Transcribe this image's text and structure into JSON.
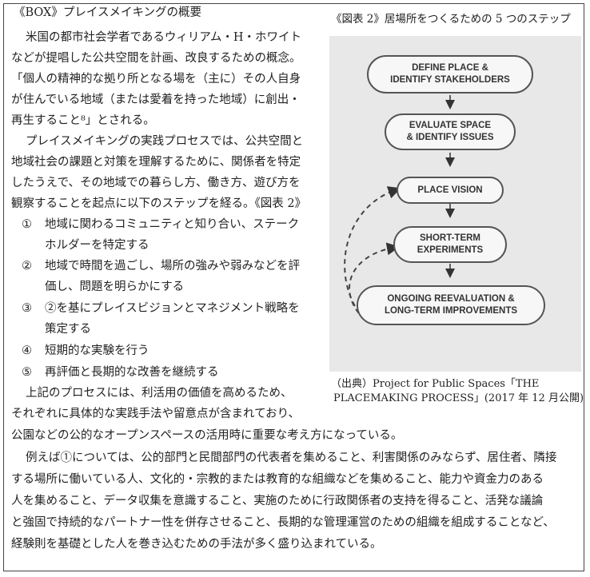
{
  "box_title": "《BOX》プレイスメイキングの概要",
  "intro_lines": [
    "米国の都市社会学者であるウィリアム・H・ホワイト",
    "などが提唱した公共空間を計画、改良するための概念。",
    "「個人の精神的な拠り所となる場を（主に）その人自身",
    "が住んでいる地域（または愛着を持った地域）に創出・",
    "再生すること⁸」とされる。"
  ],
  "process_lines": [
    "プレイスメイキングの実践プロセスでは、公共空間と",
    "地域社会の課題と対策を理解するために、関係者を特定",
    "したうえで、その地域での暮らし方、働き方、遊び方を",
    "観察することを起点に以下のステップを経る。《図表 2》"
  ],
  "steps": [
    {
      "num": "①",
      "lines": [
        "地域に関わるコミュニティと知り合い、ステーク",
        "ホルダーを特定する"
      ]
    },
    {
      "num": "②",
      "lines": [
        "地域で時間を過ごし、場所の強みや弱みなどを評",
        "価し、問題を明らかにする"
      ]
    },
    {
      "num": "③",
      "lines": [
        "②を基にプレイスビジョンとマネジメント戦略を",
        "策定する"
      ]
    },
    {
      "num": "④",
      "lines": [
        "短期的な実験を行う"
      ]
    },
    {
      "num": "⑤",
      "lines": [
        "再評価と長期的な改善を継続する"
      ]
    }
  ],
  "after_lines": [
    "上記のプロセスには、利活用の価値を高めるため、",
    "それぞれに具体的な実践手法や留意点が含まれており、",
    "公園などの公的なオープンスペースの活用時に重要な考え方になっている。"
  ],
  "example_lines": [
    "例えば①については、公的部門と民間部門の代表者を集めること、利害関係のみならず、居住者、隣接",
    "する場所に働いている人、文化的・宗教的または教育的な組織などを集めること、能力や資金力のある",
    "人を集めること、データ収集を意識すること、実施のために行政関係者の支持を得ること、活発な議論",
    "と強固で持続的なパートナー性を併存させること、長期的な管理運営のための組織を組成することなど、",
    "経験則を基礎とした人を巻き込むための手法が多く盛り込まれている。"
  ],
  "figure": {
    "caption": "《図表 2》居場所をつくるための 5 つのステップ",
    "nodes": [
      {
        "lines": [
          "DEFINE PLACE &",
          "IDENTIFY STAKEHOLDERS"
        ]
      },
      {
        "lines": [
          "EVALUATE SPACE",
          "& IDENTIFY ISSUES"
        ]
      },
      {
        "lines": [
          "PLACE VISION"
        ]
      },
      {
        "lines": [
          "SHORT-TERM",
          "EXPERIMENTS"
        ]
      },
      {
        "lines": [
          "ONGOING REEVALUATION &",
          "LONG-TERM IMPROVEMENTS"
        ]
      }
    ],
    "source_lines": [
      "（出典）Project for Public Spaces「THE",
      "PLACEMAKING PROCESS」(2017 年 12 月公開)"
    ]
  }
}
